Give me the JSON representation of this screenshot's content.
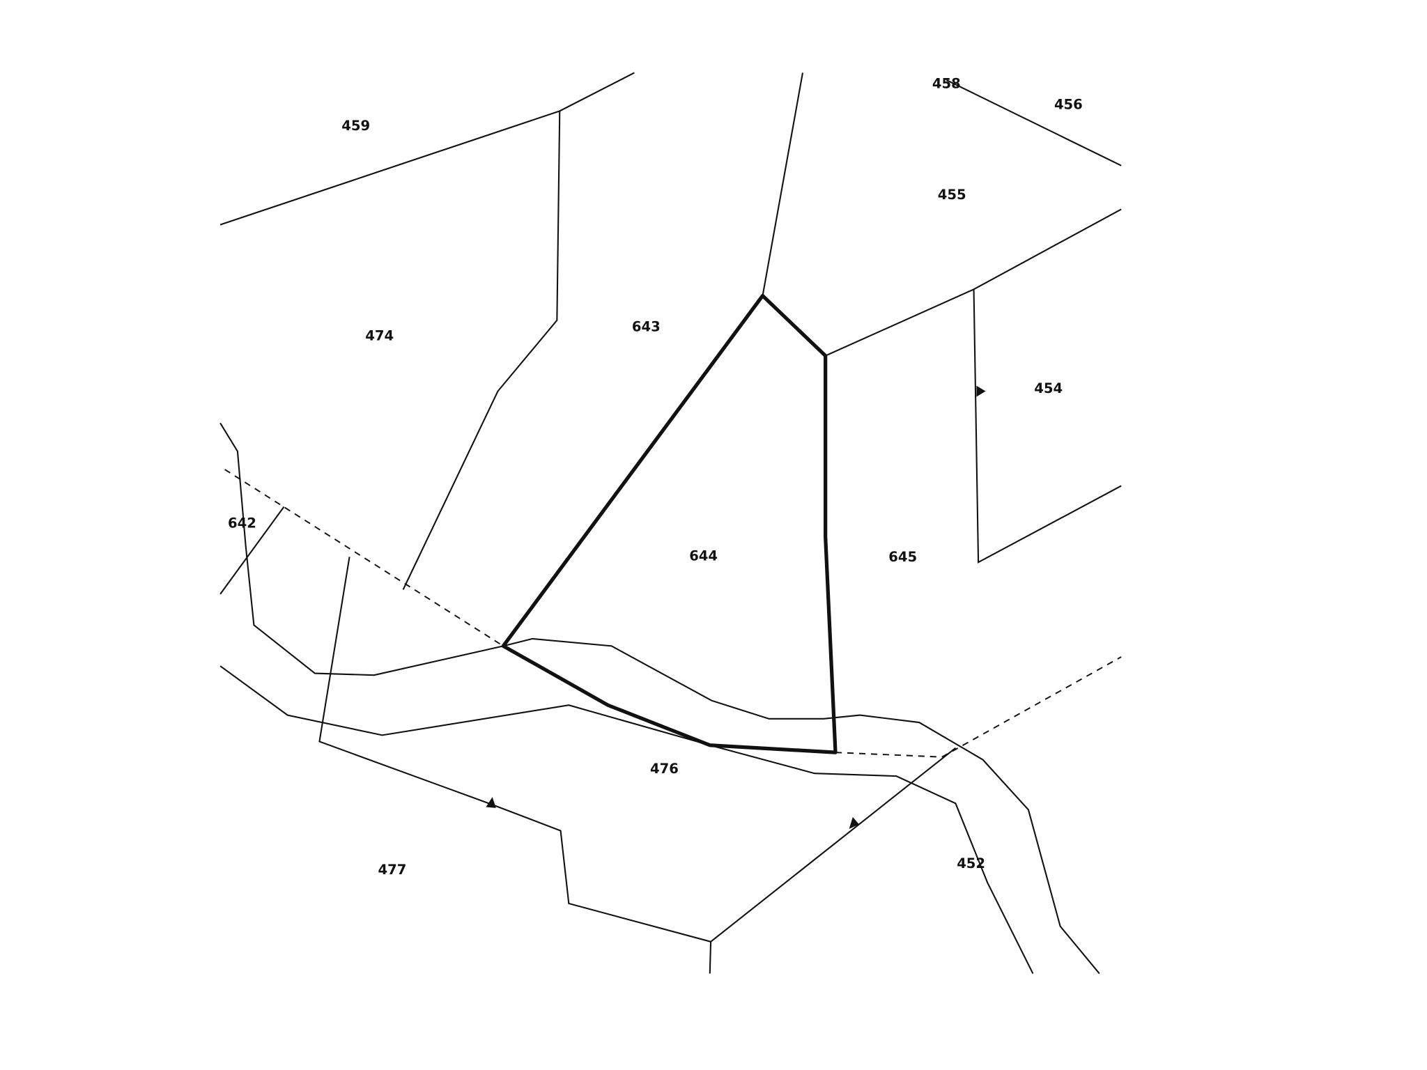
{
  "map": {
    "highlighted_parcel": "644",
    "parcels": {
      "p459": "459",
      "p474": "474",
      "p643": "643",
      "p644": "644",
      "p645": "645",
      "p642": "642",
      "p476": "476",
      "p477": "477",
      "p452": "452",
      "p454": "454",
      "p455": "455",
      "p456": "456",
      "p458": "458"
    },
    "colors": {
      "line": "#111111",
      "background": "#ffffff"
    }
  }
}
